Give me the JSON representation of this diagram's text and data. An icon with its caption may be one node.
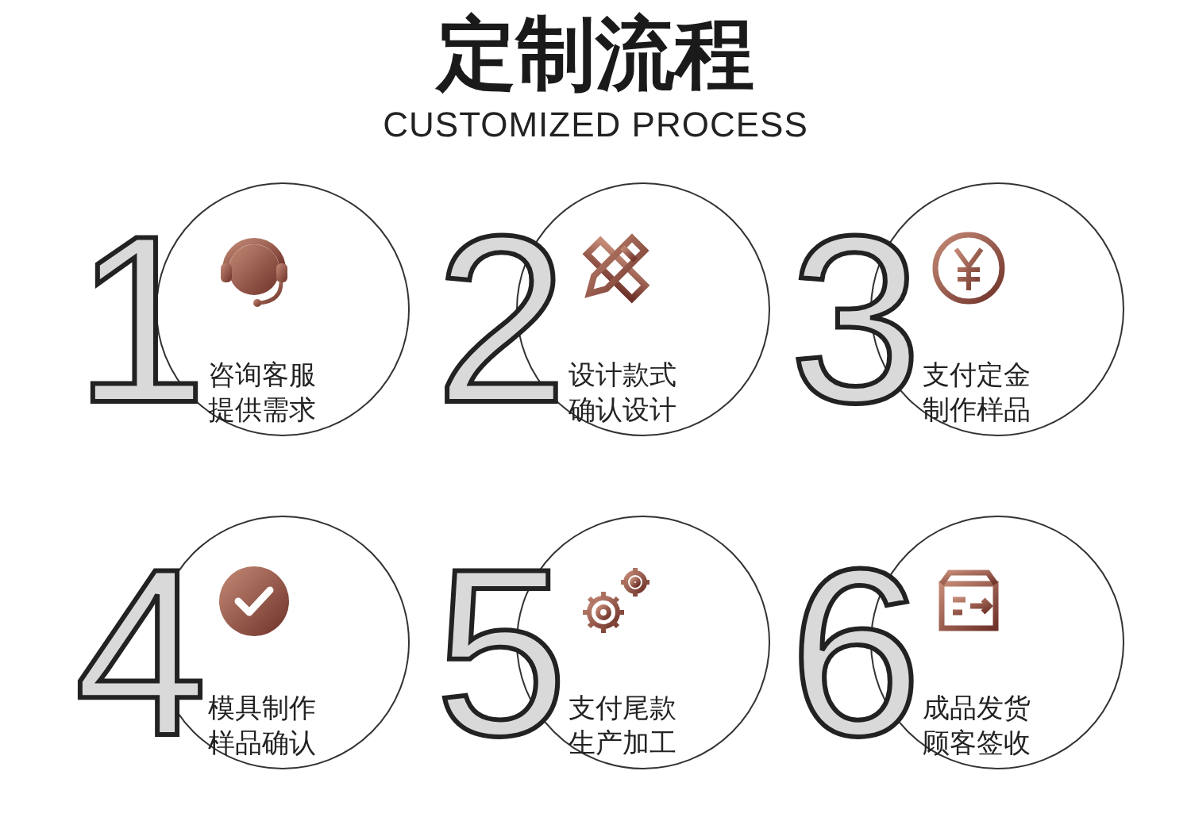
{
  "diagram": {
    "title": "定制流程",
    "nodes": [
      {
        "text": [
          "1",
          "咨询客服提供需求"
        ]
      },
      {
        "text": [
          "2",
          "设计款式确认设计"
        ]
      },
      {
        "text": [
          "3",
          "支付定金制作样品"
        ]
      },
      {
        "text": [
          "4",
          "模具制作样品确认"
        ]
      },
      {
        "text": [
          "5",
          "支付尾款生产加工"
        ]
      },
      {
        "text": [
          "6",
          "成品发货顾客签收"
        ]
      }
    ],
    "labels": [
      "CUSTOMIZED PROCESS"
    ]
  }
}
